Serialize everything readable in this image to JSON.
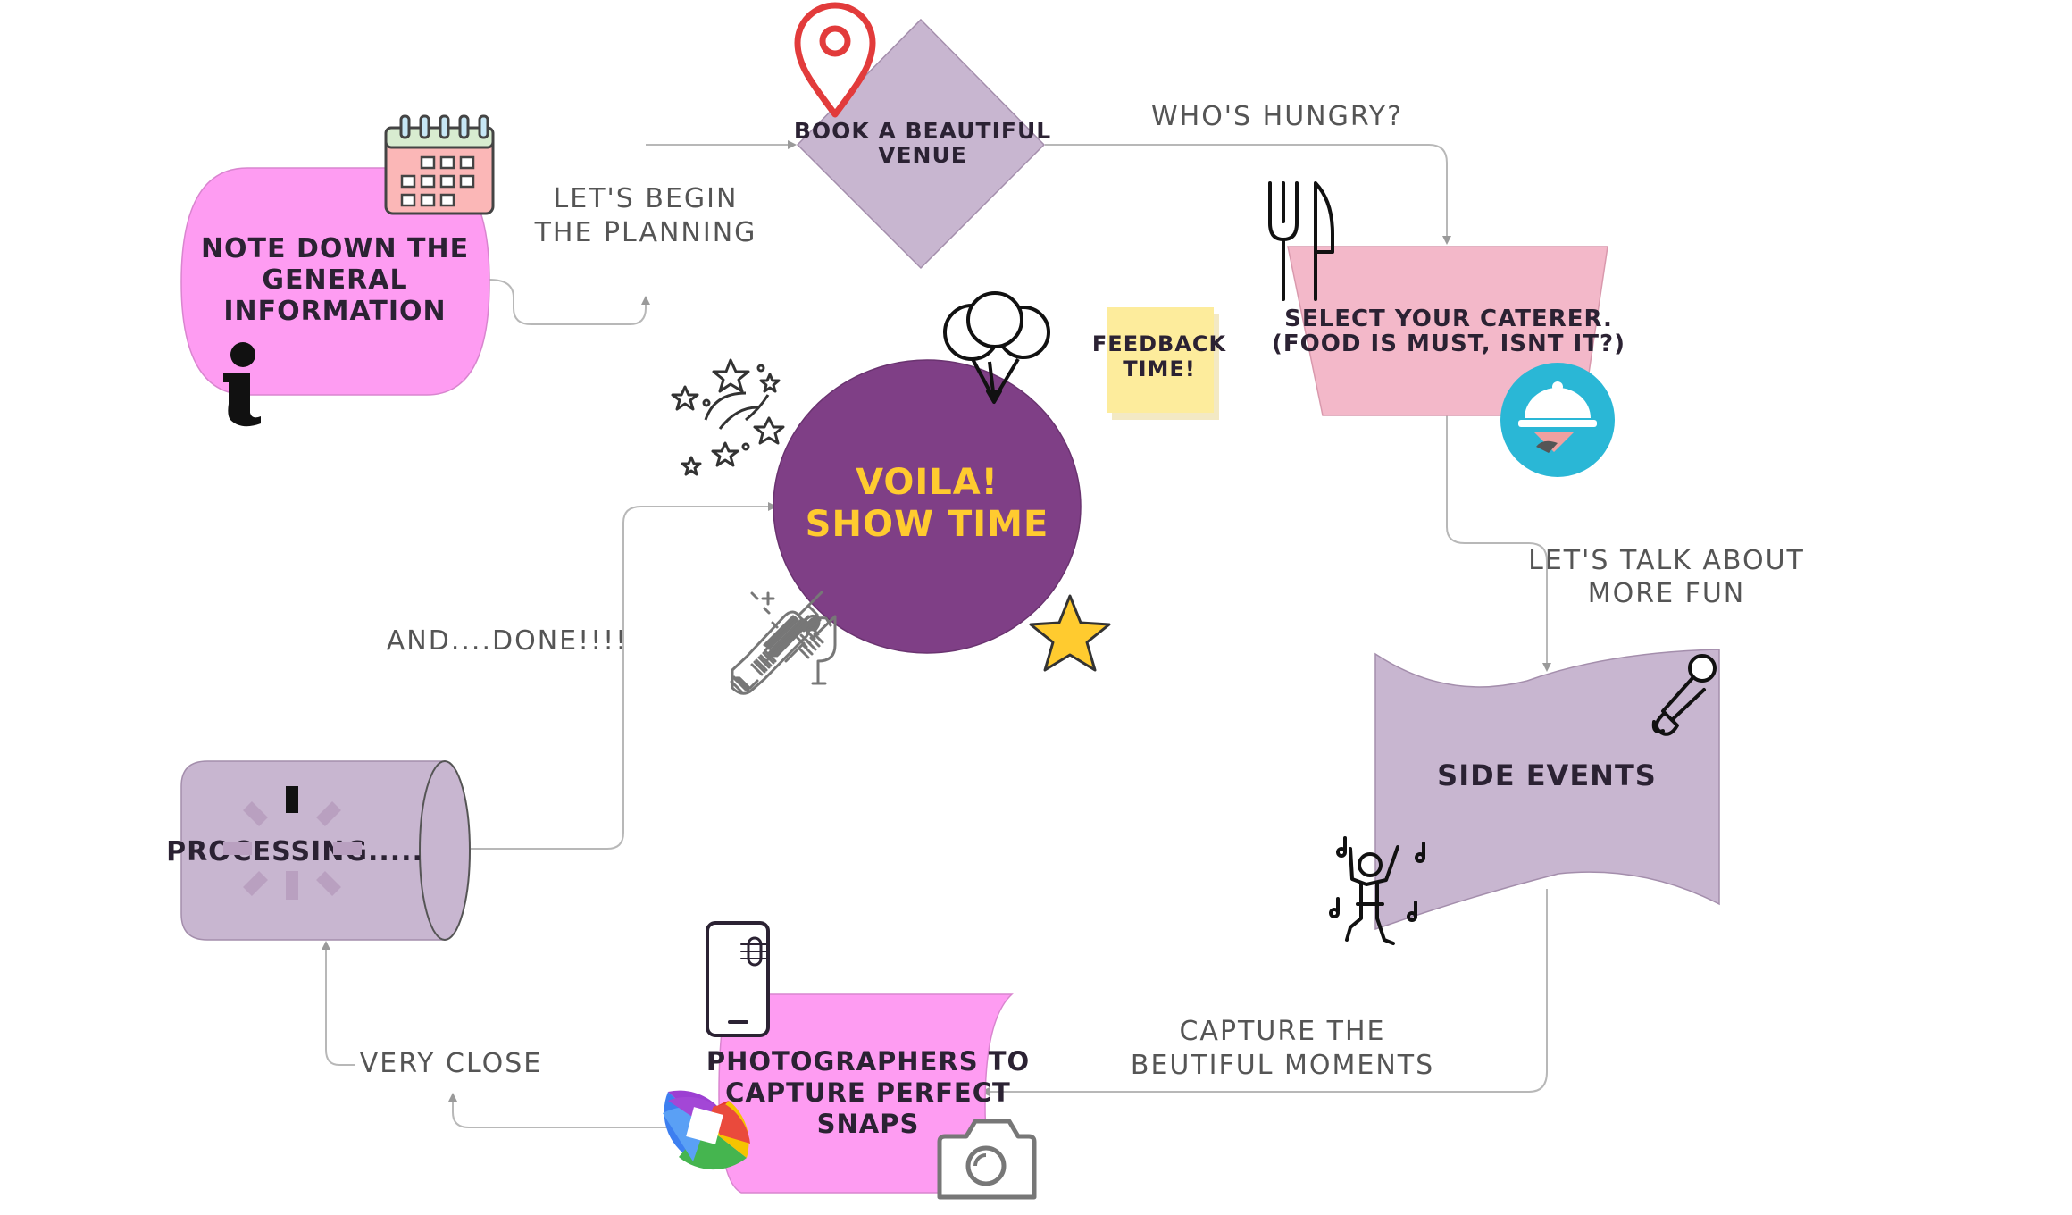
{
  "colors": {
    "pink": "#fe9cf2",
    "lavender": "#c8b6d0",
    "rose": "#f3b8c9",
    "purple": "#7f3f86",
    "gold": "#ffcb2f",
    "sticky": "#fdec9c",
    "connector": "#b8b8b8"
  },
  "nodes": {
    "note": {
      "line1": "NOTE DOWN THE",
      "line2": "GENERAL",
      "line3": "INFORMATION"
    },
    "venue": {
      "line1": "BOOK A BEAUTIFUL",
      "line2": "VENUE"
    },
    "caterer": {
      "line1": "SELECT YOUR CATERER.",
      "line2": "(FOOD IS MUST, ISNT IT?)"
    },
    "side_events": {
      "label": "SIDE EVENTS"
    },
    "photographers": {
      "line1": "PHOTOGRAPHERS TO",
      "line2": "CAPTURE PERFECT",
      "line3": "SNAPS"
    },
    "processing": {
      "label": "PROCESSING....."
    },
    "showtime": {
      "line1": "VOILA!",
      "line2": "SHOW TIME"
    },
    "sticky": {
      "line1": "FEEDBACK",
      "line2": "TIME!"
    }
  },
  "edges": {
    "begin": {
      "line1": "LET'S BEGIN",
      "line2": "THE PLANNING"
    },
    "hungry": {
      "label": "WHO'S HUNGRY?"
    },
    "fun": {
      "line1": "LET'S TALK ABOUT",
      "line2": "MORE FUN"
    },
    "capture": {
      "line1": "CAPTURE THE",
      "line2": "BEUTIFUL MOMENTS"
    },
    "close": {
      "label": "VERY CLOSE"
    },
    "done": {
      "label": "AND....DONE!!!!"
    }
  },
  "icons": [
    "calendar-icon",
    "info-icon",
    "map-pin-icon",
    "cutlery-icon",
    "food-cloche-icon",
    "microphone-icon",
    "dancer-icon",
    "smartphone-icon",
    "photos-pinwheel-icon",
    "camera-icon",
    "balloons-icon",
    "fireworks-icon",
    "champagne-icon",
    "star-icon",
    "loading-spinner-icon"
  ]
}
